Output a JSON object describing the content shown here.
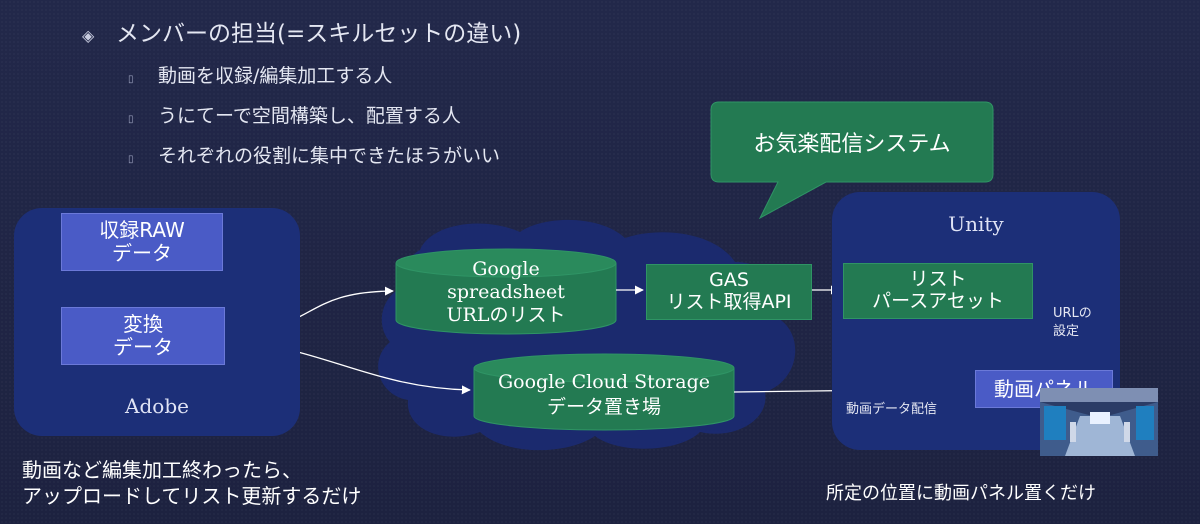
{
  "bullets": {
    "main": "メンバーの担当(=スキルセットの違い)",
    "main_mark": "◈",
    "sub_mark": "▯",
    "subs": [
      "動画を収録/編集加工する人",
      "うにてーで空間構築し、配置する人",
      "それぞれの役割に集中できたほうがいい"
    ]
  },
  "callout": {
    "text": "お気楽配信システム"
  },
  "adobe": {
    "title": "Adobe",
    "raw_box": [
      "収録RAW",
      "データ"
    ],
    "convert_box": [
      "変換",
      "データ"
    ]
  },
  "cloud": {
    "sheet": [
      "Google",
      "spreadsheet",
      "URLのリスト"
    ],
    "gas": [
      "GAS",
      "リスト取得API"
    ],
    "storage": [
      "Google Cloud Storage",
      "データ置き場"
    ]
  },
  "unity": {
    "title": "Unity",
    "parse_asset": [
      "リスト",
      "パースアセット"
    ],
    "url_setting": [
      "URLの",
      "設定"
    ],
    "video_panel": "動画パネル"
  },
  "edge_labels": {
    "video_delivery": "動画データ配信"
  },
  "bottom": {
    "left": [
      "動画など編集加工終わったら、",
      "アップロードしてリスト更新するだけ"
    ],
    "right": "所定の位置に動画パネル置くだけ"
  },
  "colors": {
    "background": "#1f2440",
    "panel": "#1c2f78",
    "blue_box": "#4a5bc6",
    "green_box": "#237a52",
    "cloud": "#1b2a6e"
  }
}
